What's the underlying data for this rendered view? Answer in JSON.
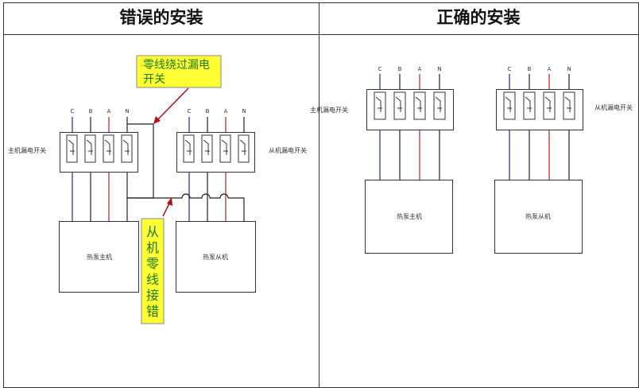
{
  "panels": {
    "wrong": {
      "title": "错误的安装"
    },
    "correct": {
      "title": "正确的安装"
    }
  },
  "phase_labels": [
    "C",
    "B",
    "A",
    "N"
  ],
  "switches": {
    "master": "主机漏电开关",
    "slave": "从机漏电开关"
  },
  "units": {
    "master": "热泵主机",
    "slave": "热泵从机"
  },
  "callouts": {
    "neutral_bypass": {
      "line1": "零线绕过漏电",
      "line2": "开关"
    },
    "neutral_miswired": [
      "从",
      "机",
      "零",
      "线",
      "接",
      "错"
    ]
  },
  "colors": {
    "phase_c": "#1f2a8a",
    "phase_b": "#222222",
    "phase_a": "#b02020",
    "neutral": "#222222",
    "callout_bg": "#ffff33",
    "callout_text": "#1a7a1a",
    "arrow": "#b01010"
  }
}
